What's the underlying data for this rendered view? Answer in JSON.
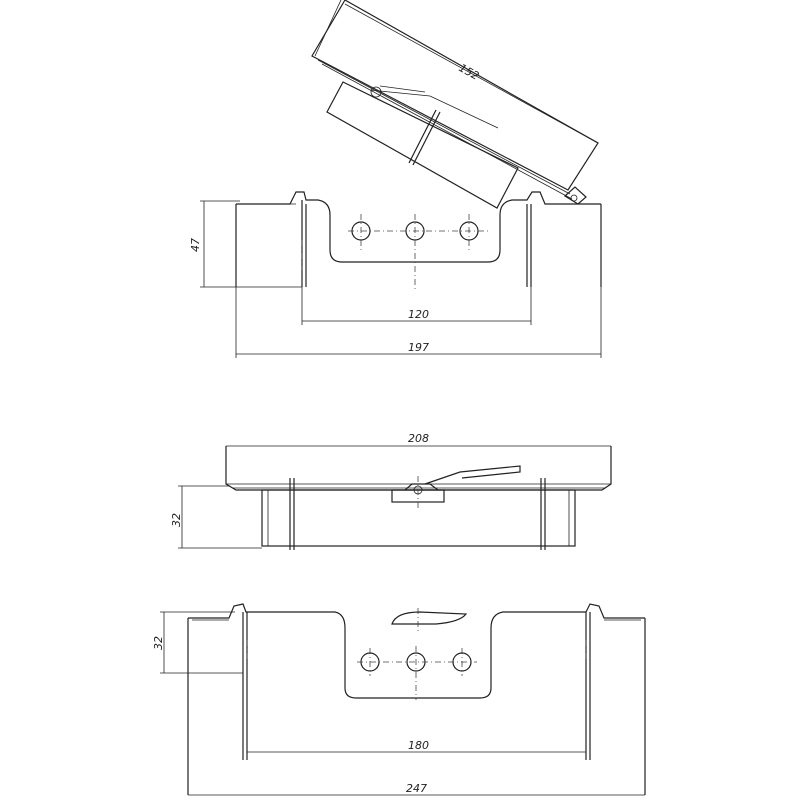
{
  "views": {
    "top": {
      "dim_lid": "152",
      "dim_height": "47",
      "dim_inner": "120",
      "dim_outer": "197"
    },
    "middle": {
      "dim_top": "208",
      "dim_height": "32"
    },
    "bottom": {
      "dim_height": "32",
      "dim_inner": "180",
      "dim_outer": "247"
    }
  }
}
